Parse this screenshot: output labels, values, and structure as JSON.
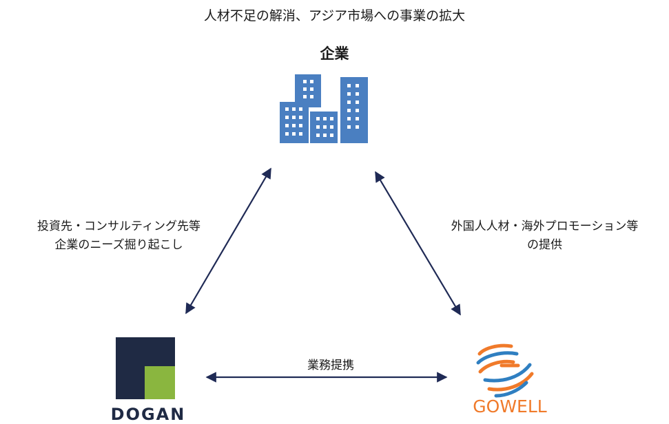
{
  "top_caption": "人材不足の解消、アジア市場への事業の拡大",
  "company": {
    "title": "企業",
    "icon": "office-buildings-icon",
    "color": "#4a7fc1"
  },
  "left_edge": {
    "line1": "投資先・コンサルティング先等",
    "line2": "企業のニーズ掘り起こし"
  },
  "right_edge": {
    "line1": "外国人人材・海外プロモーション等",
    "line2": "の提供"
  },
  "bottom_edge": {
    "label": "業務提携"
  },
  "dogan": {
    "wordmark": "DOGAN",
    "colors": {
      "navy": "#1f2a44",
      "green": "#8ab63f"
    }
  },
  "gowell": {
    "wordmark": "GOWELL",
    "colors": {
      "orange": "#f07a2a",
      "blue": "#2f7fc1"
    }
  },
  "arrow_color": "#1f2a55"
}
